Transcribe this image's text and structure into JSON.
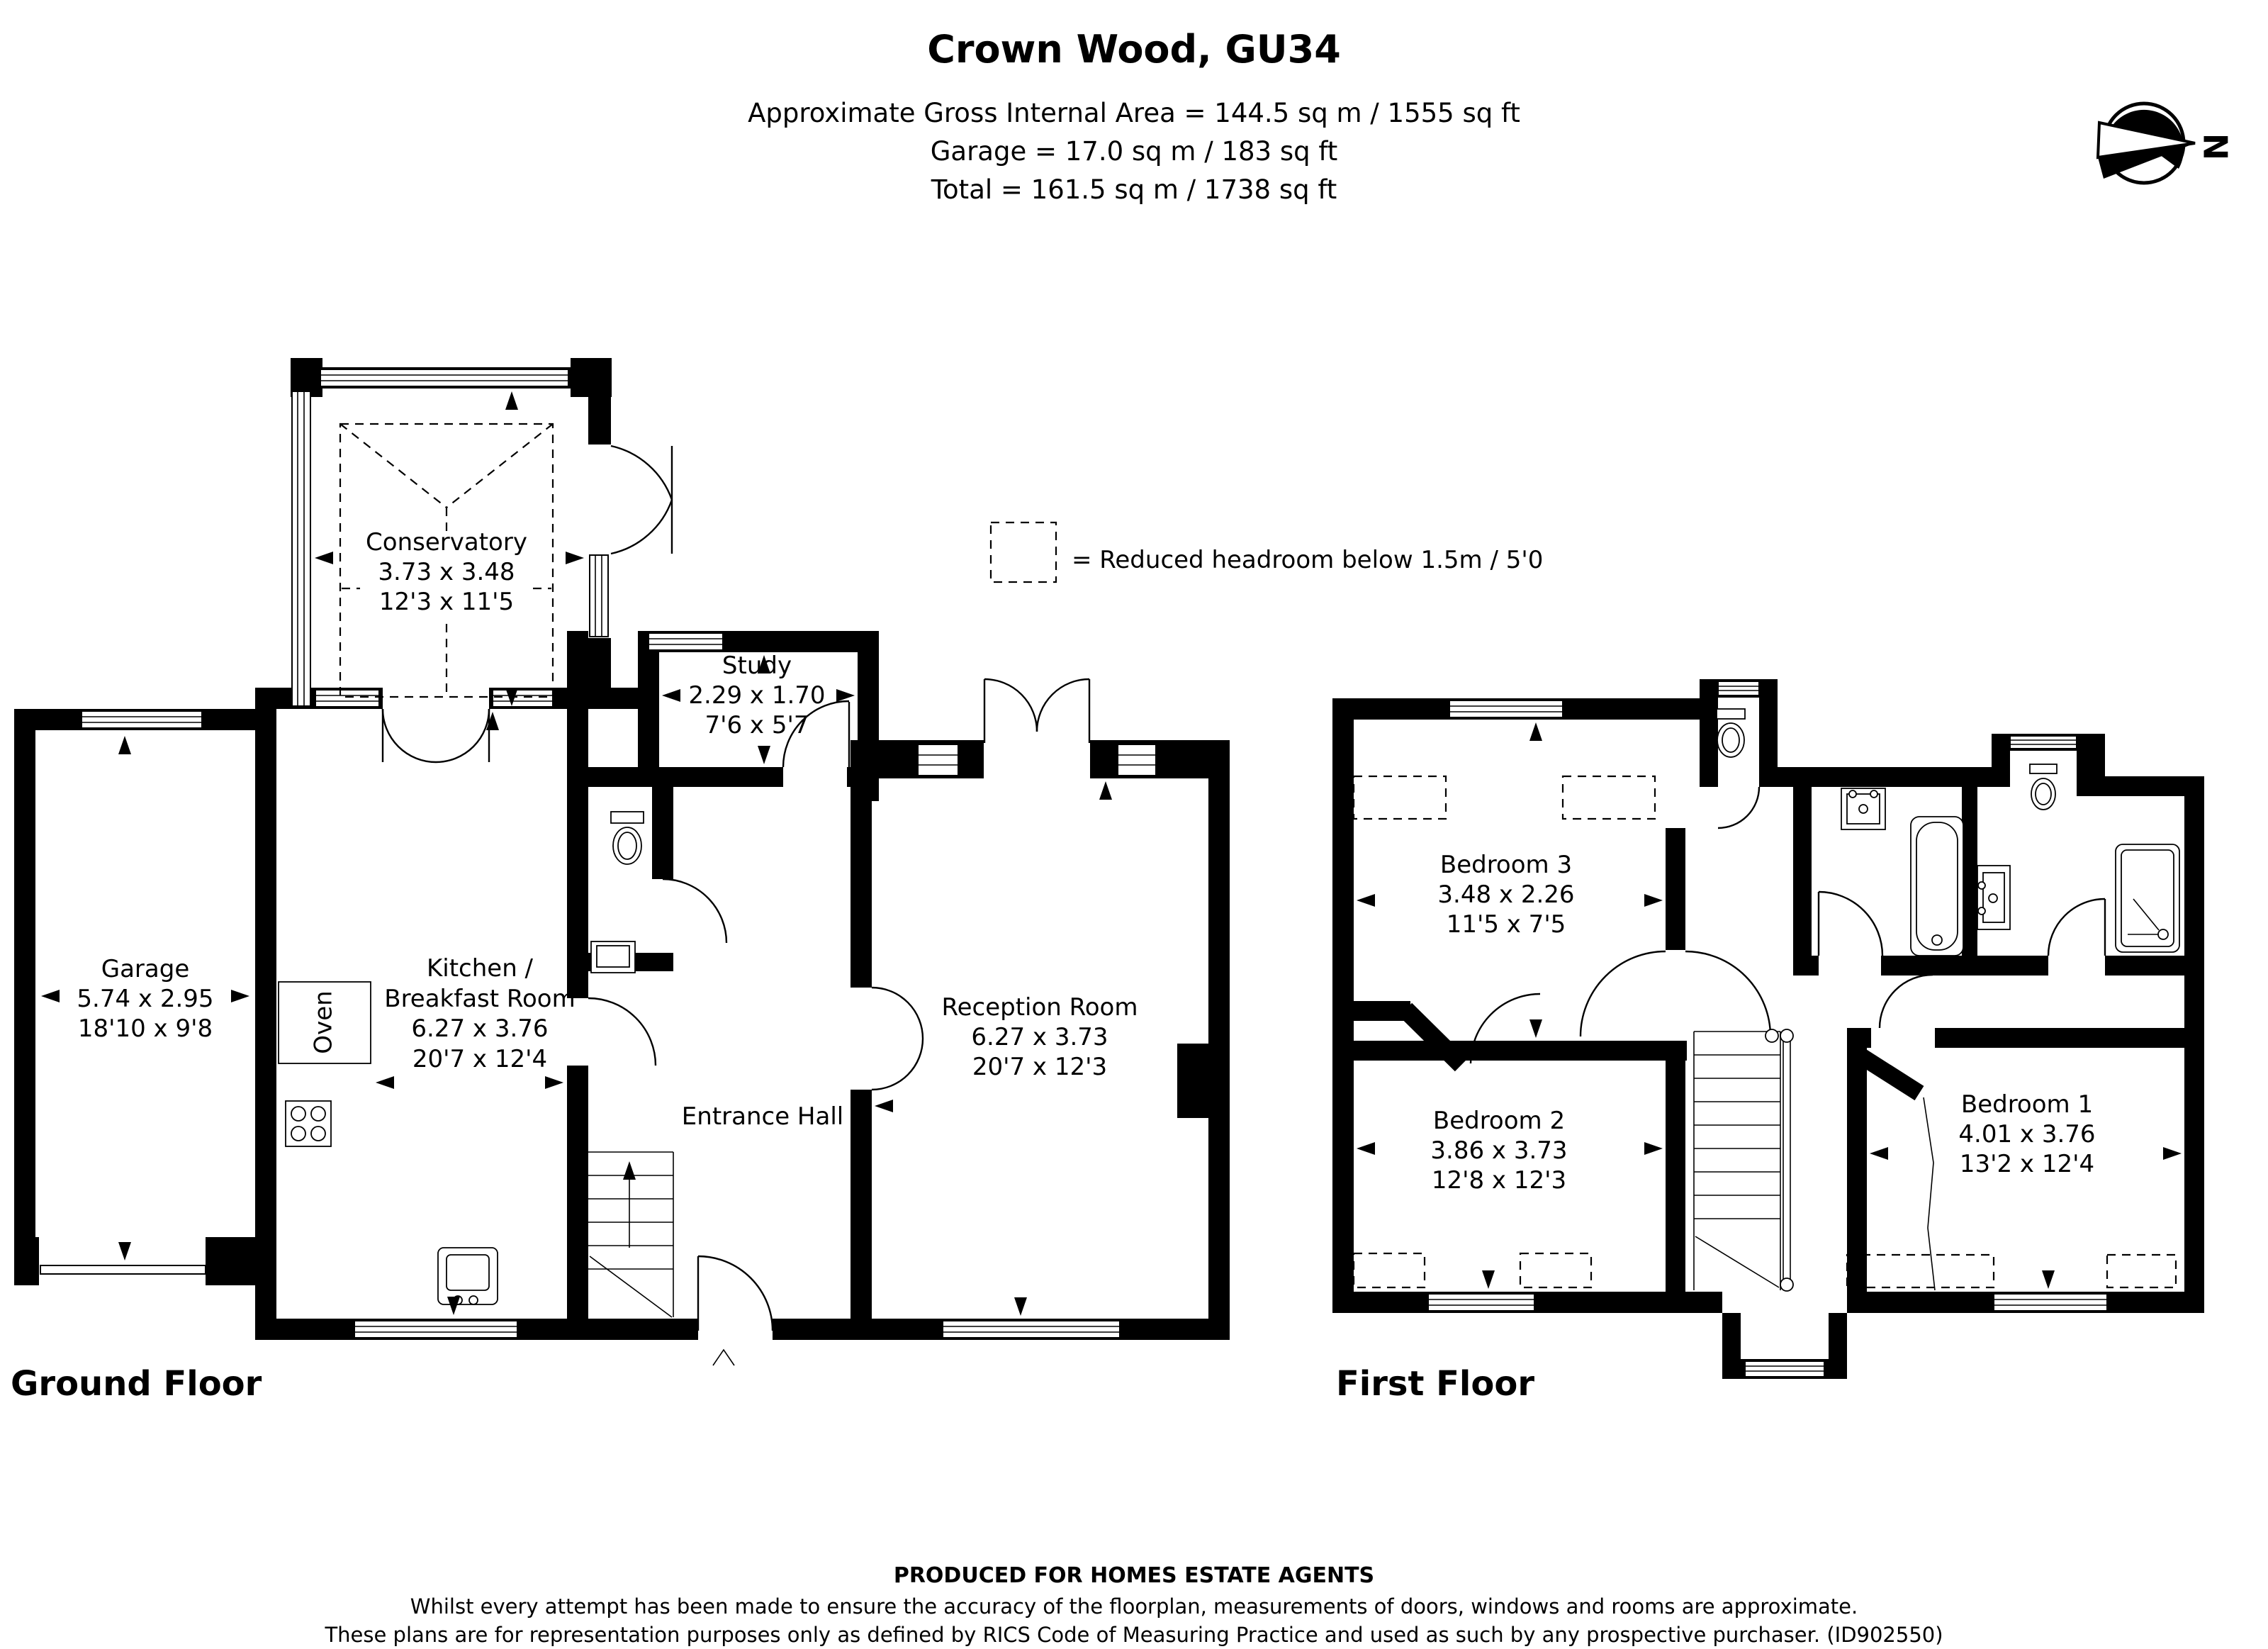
{
  "header": {
    "title": "Crown Wood, GU34",
    "area": "Approximate Gross Internal Area = 144.5 sq m / 1555 sq ft",
    "garage": "Garage = 17.0 sq m / 183 sq ft",
    "total": "Total = 161.5 sq m / 1738 sq ft"
  },
  "compass": {
    "north": "N"
  },
  "legend": {
    "text": "= Reduced headroom below 1.5m / 5'0"
  },
  "floors": {
    "ground": {
      "title": "Ground Floor"
    },
    "first": {
      "title": "First Floor"
    }
  },
  "rooms": {
    "garage": {
      "name": "Garage",
      "metric": "5.74 x 2.95",
      "imperial": "18'10 x 9'8"
    },
    "kitchen": {
      "name1": "Kitchen /",
      "name2": "Breakfast Room",
      "metric": "6.27 x 3.76",
      "imperial": "20'7 x 12'4"
    },
    "conservatory": {
      "name": "Conservatory",
      "metric": "3.73 x 3.48",
      "imperial": "12'3 x 11'5"
    },
    "study": {
      "name": "Study",
      "metric": "2.29 x 1.70",
      "imperial": "7'6 x 5'7"
    },
    "entrance_hall": {
      "name": "Entrance Hall"
    },
    "reception": {
      "name": "Reception Room",
      "metric": "6.27 x 3.73",
      "imperial": "20'7 x 12'3"
    },
    "bedroom1": {
      "name": "Bedroom 1",
      "metric": "4.01 x 3.76",
      "imperial": "13'2 x 12'4"
    },
    "bedroom2": {
      "name": "Bedroom 2",
      "metric": "3.86 x 3.73",
      "imperial": "12'8 x 12'3"
    },
    "bedroom3": {
      "name": "Bedroom 3",
      "metric": " 3.48 x 2.26",
      "imperial": "11'5 x 7'5"
    }
  },
  "labels": {
    "oven": "Oven"
  },
  "footer": {
    "line1": "PRODUCED FOR HOMES ESTATE AGENTS",
    "line2": "Whilst every attempt has been made to ensure the accuracy of the floorplan, measurements of doors, windows and rooms are approximate.",
    "line3": "These plans are for representation purposes only as defined by RICS Code of Measuring Practice and used as such by any prospective purchaser. (ID902550)"
  }
}
